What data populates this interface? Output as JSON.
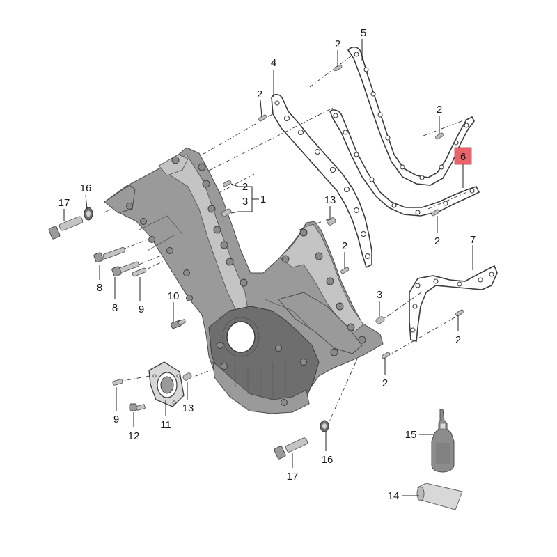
{
  "parts": {
    "p1": "1",
    "p2": "2",
    "p3": "3",
    "p4": "4",
    "p5": "5",
    "p6": "6",
    "p7": "7",
    "p8": "8",
    "p9": "9",
    "p10": "10",
    "p11": "11",
    "p12": "12",
    "p13": "13",
    "p14": "14",
    "p15": "15",
    "p16": "16",
    "p17": "17"
  },
  "highlight": {
    "part": "6",
    "color": "#e8646a"
  }
}
